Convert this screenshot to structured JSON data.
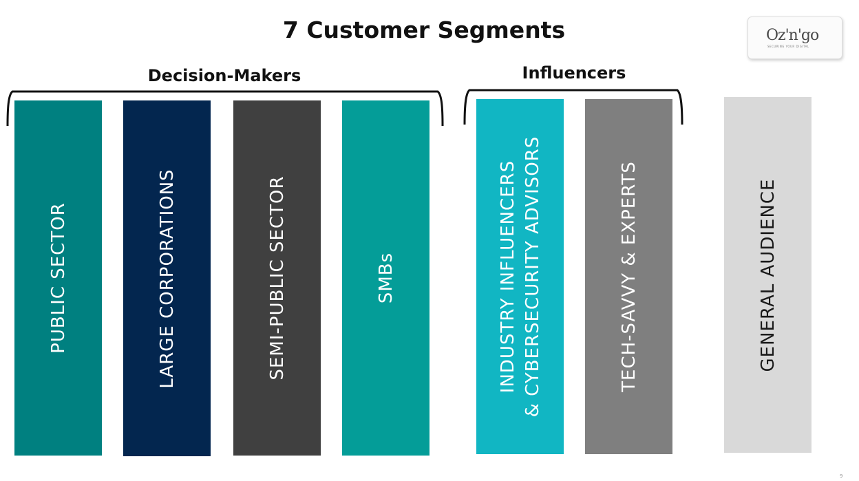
{
  "title": "7 Customer Segments",
  "groups": {
    "decision_makers": "Decision-Makers",
    "influencers": "Influencers"
  },
  "segments": [
    {
      "lines": [
        "PUBLIC  SECTOR"
      ],
      "color": "#008080",
      "text_color": "#ffffff",
      "group": "Decision-Makers"
    },
    {
      "lines": [
        "LARGE  CORPORATIONS"
      ],
      "color": "#03264F",
      "text_color": "#ffffff",
      "group": "Decision-Makers"
    },
    {
      "lines": [
        "SEMI-PUBLIC  SECTOR"
      ],
      "color": "#404040",
      "text_color": "#ffffff",
      "group": "Decision-Makers"
    },
    {
      "lines": [
        "SMBs"
      ],
      "color": "#049D98",
      "text_color": "#ffffff",
      "group": "Decision-Makers"
    },
    {
      "lines": [
        "INDUSTRY  INFLUENCERS",
        "& CYBERSECURITY  ADVISORS"
      ],
      "color": "#11B6C3",
      "text_color": "#ffffff",
      "group": "Influencers"
    },
    {
      "lines": [
        "TECH-SAVVY  &  EXPERTS"
      ],
      "color": "#7F7F7F",
      "text_color": "#ffffff",
      "group": "Influencers"
    },
    {
      "lines": [
        "GENERAL AUDIENCE"
      ],
      "color": "#D9D9D9",
      "text_color": "#1a1a1a",
      "group": ""
    }
  ],
  "logo": {
    "text": "Oz'n'go",
    "subtitle": "SECURING YOUR DIGITAL"
  },
  "page_number": "9"
}
